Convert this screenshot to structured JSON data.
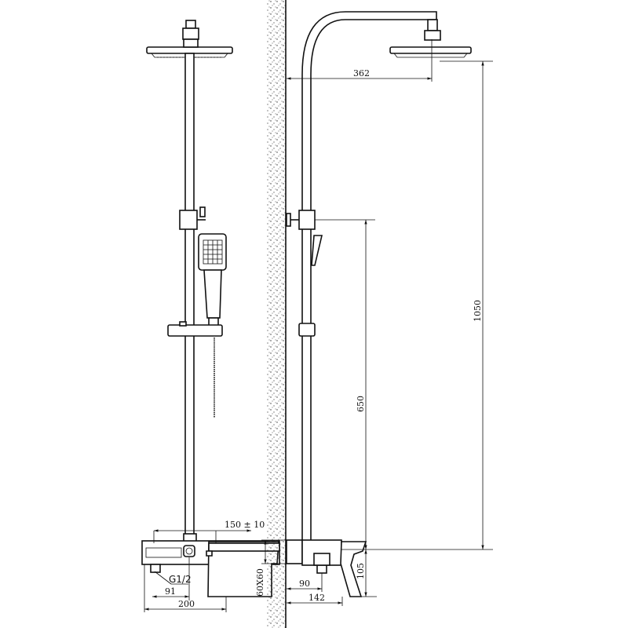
{
  "drawing": {
    "front_view": {
      "dimensions": {
        "spacing": "150 ± 10",
        "thread": "G1/2",
        "outlet_offset": "91",
        "body_width": "200"
      }
    },
    "side_view": {
      "dimensions": {
        "arm_reach": "362",
        "total_height": "1050",
        "slider_height": "650",
        "mixer_height": "105",
        "mount_block": "60X60",
        "outlet_depth": "90",
        "body_depth": "142"
      }
    }
  }
}
